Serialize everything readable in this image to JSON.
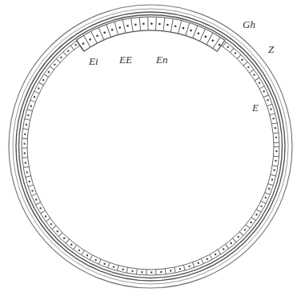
{
  "diagram": {
    "labels": [
      "Gh",
      "Z",
      "E",
      "Ei",
      "EE",
      "En"
    ]
  }
}
